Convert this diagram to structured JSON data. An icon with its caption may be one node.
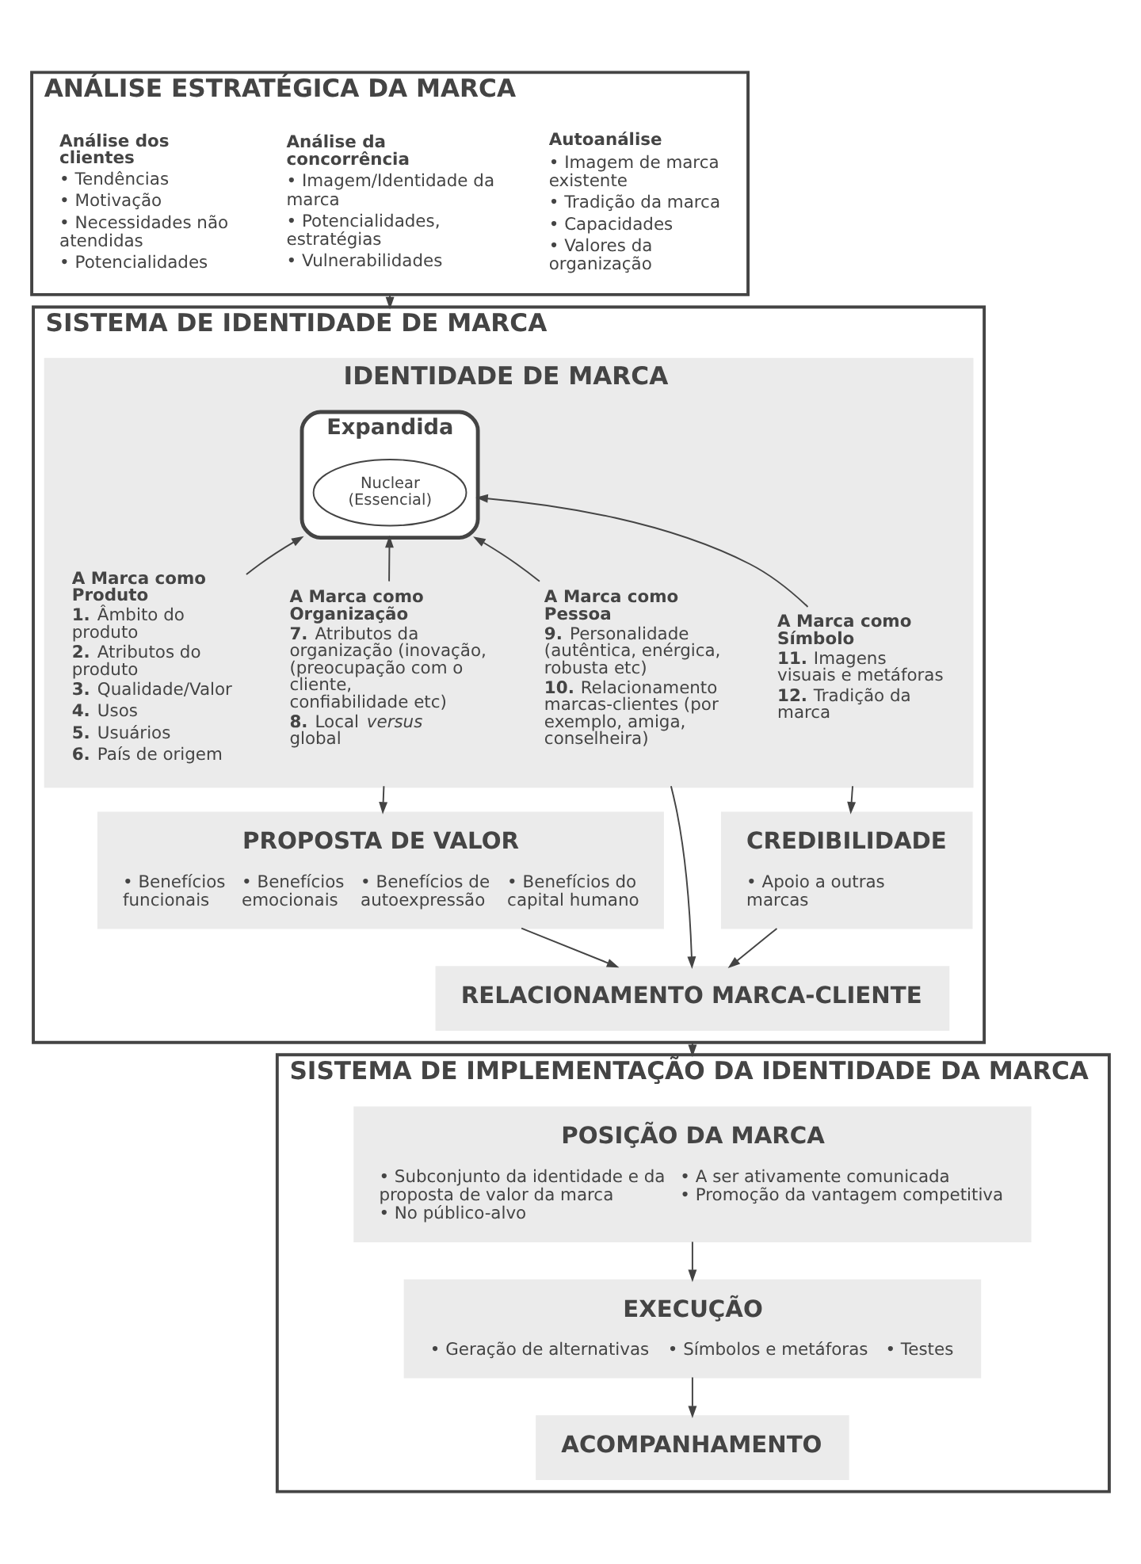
{
  "diagram": {
    "nodes": [
      {
        "text": [
          "ANÁLISE ESTRATÉGICA DA MARCA"
        ]
      },
      {
        "text": [
          "Análise dos clientes",
          "• Tendências",
          "• Motivação",
          "• Necessidades não atendidas",
          "• Potencialidades"
        ],
        "in": 0
      },
      {
        "text": [
          "Análise da concorrência",
          "• Imagem/Identidade da marca",
          "• Potencialidades, estratégias",
          "• Vulnerabilidades"
        ],
        "in": 0
      },
      {
        "text": [
          "Autoanálise",
          "• Imagem de marca existente",
          "• Tradição da marca",
          "• Capacidades",
          "• Valores da organização"
        ],
        "in": 0
      },
      {
        "text": [
          "SISTEMA DE IDENTIDADE DE MARCA"
        ]
      },
      {
        "text": [
          "IDENTIDADE DE MARCA"
        ],
        "in": 4
      },
      {
        "text": [
          "Expandida"
        ],
        "in": 5
      },
      {
        "text": [
          "Nuclear (Essencial)"
        ],
        "in": 6
      },
      {
        "text": [
          "A Marca como Produto",
          "**1.** Âmbito do produto",
          "**2.** Atributos do produto",
          "**3.** Qualidade/Valor",
          "**4.** Usos",
          "**5.** Usuários",
          "**6.** País de origem"
        ],
        "in": 5
      },
      {
        "text": [
          "A Marca como Organização",
          "**7.** Atributos da organização (inovação, (preocupação com o cliente, confiabilidade etc)",
          "**8.** Local *versus* global"
        ],
        "in": 5
      },
      {
        "text": [
          "A Marca como Pessoa",
          "**9.** Personalidade (autêntica, enérgica, robusta etc)",
          "**10.** Relacionamento marcas-clientes (por exemplo, amiga, conselheira)"
        ],
        "in": 5
      },
      {
        "text": [
          "A Marca como Símbolo",
          "**11.** Imagens visuais e metáforas",
          "**12.** Tradição da marca"
        ],
        "in": 5
      },
      {
        "text": [
          "PROPOSTA DE VALOR",
          "• Benefícios funcionais",
          "• Benefícios emocionais",
          "• Benefícios de autoexpressão",
          "• Benefícios do capital humano"
        ],
        "in": 4
      },
      {
        "text": [
          "CREDIBILIDADE",
          "• Apoio a outras marcas"
        ],
        "in": 4
      },
      {
        "text": [
          "RELACIONAMENTO MARCA-CLIENTE"
        ],
        "in": 4
      },
      {
        "text": [
          "SISTEMA DE IMPLEMENTAÇÃO DA IDENTIDADE DA MARCA"
        ]
      },
      {
        "text": [
          "POSIÇÃO DA MARCA",
          "• Subconjunto da identidade e da proposta de valor da marca",
          "• No público-alvo",
          "• A ser ativamente comunicada",
          "• Promoção da vantagem competitiva"
        ],
        "in": 15
      },
      {
        "text": [
          "EXECUÇÃO",
          "• Geração de alternativas",
          "• Símbolos e metáforas",
          "• Testes"
        ],
        "in": 15
      },
      {
        "text": [
          "ACOMPANHAMENTO"
        ],
        "in": 15
      }
    ],
    "edges": [
      {
        "from": 0,
        "to": 4,
        "arrow": "to"
      },
      {
        "from": 8,
        "to": 6,
        "arrow": "to"
      },
      {
        "from": 9,
        "to": 6,
        "arrow": "to"
      },
      {
        "from": 10,
        "to": 6,
        "arrow": "to"
      },
      {
        "from": 11,
        "to": 6,
        "arrow": "to"
      },
      {
        "from": 5,
        "to": 12,
        "arrow": "to"
      },
      {
        "from": 5,
        "to": 13,
        "arrow": "to"
      },
      {
        "from": 12,
        "to": 14,
        "arrow": "to"
      },
      {
        "from": 5,
        "to": 14,
        "arrow": "to"
      },
      {
        "from": 13,
        "to": 14,
        "arrow": "to"
      },
      {
        "from": 4,
        "to": 15,
        "arrow": "to"
      },
      {
        "from": 16,
        "to": 17,
        "arrow": "to"
      },
      {
        "from": 17,
        "to": 18,
        "arrow": "to"
      }
    ]
  }
}
